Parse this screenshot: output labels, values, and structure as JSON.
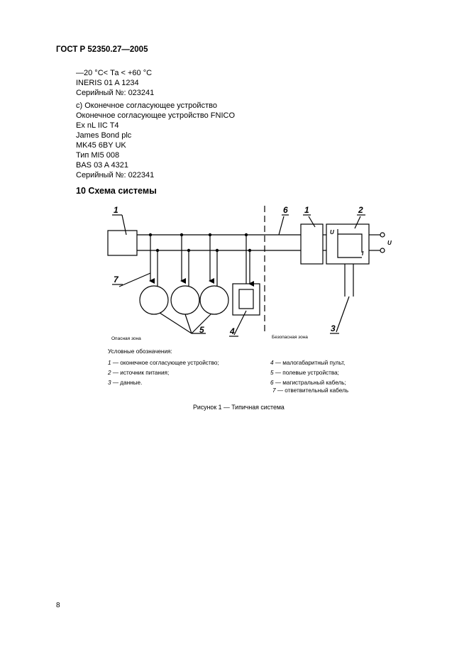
{
  "header": "ГОСТ Р 52350.27—2005",
  "block1": [
    "—20 °С< Та < +60 °С",
    "INERIS 01 A 1234",
    "Серийный №: 023241"
  ],
  "block2": [
    "с) Оконечное согласующее устройство",
    "Оконечное согласующее устройство FNICO",
    "Ex nL IIC T4",
    "James Bond plc",
    "MK45 6BY UK",
    "Тип MI5 008",
    "BAS 03 A 4321",
    "Серийный №: 022341"
  ],
  "section_title": "10 Схема системы",
  "diagram": {
    "labels": {
      "n1_left": "1",
      "n1_right": "1",
      "n2": "2",
      "n3": "3",
      "n4": "4",
      "n5": "5",
      "n6": "6",
      "n7": "7"
    },
    "terminal_u": "U",
    "terminal_i": "I",
    "output_u": "U",
    "zone_hazard": "Опасная зона",
    "zone_safe": "Безопасная зона"
  },
  "legend": {
    "title": "Условные обозначения:",
    "left": [
      {
        "num": "1",
        "text": " — оконечное согласующее устройство;"
      },
      {
        "num": "2",
        "text": " — источник питания;"
      },
      {
        "num": "3",
        "text": " — данные."
      }
    ],
    "right": [
      {
        "num": "4",
        "text": " — малогабаритный пульт,"
      },
      {
        "num": "5",
        "text": " — полевые устройства;"
      },
      {
        "num": "6",
        "text": " — магистральный кабель;"
      },
      {
        "num": "7",
        "text": " — ответвительный кабель"
      }
    ]
  },
  "caption": "Рисунок 1 — Типичная система",
  "page_number": "8"
}
